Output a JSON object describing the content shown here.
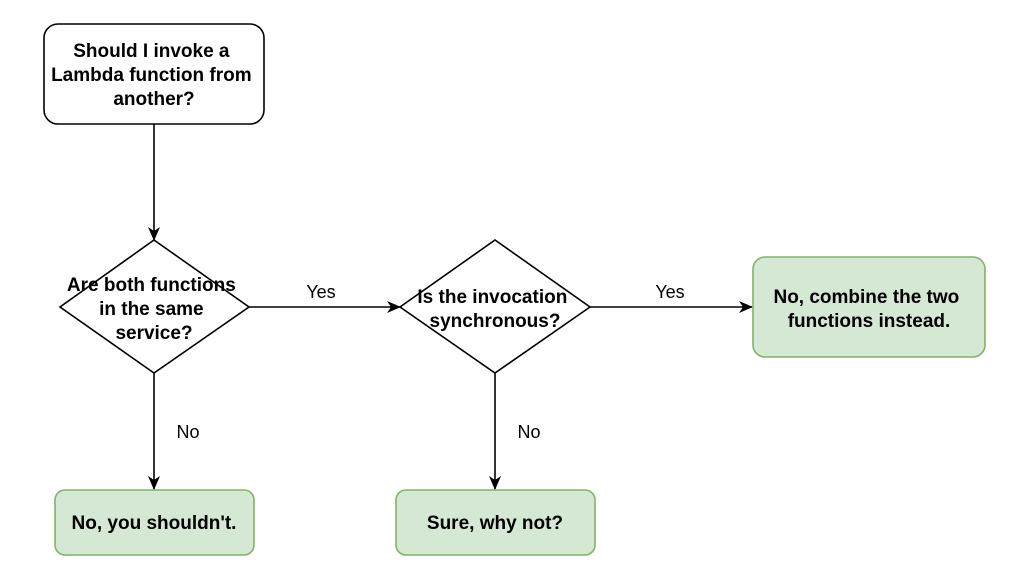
{
  "colors": {
    "start_fill": "#ffffff",
    "start_stroke": "#000000",
    "decision_fill": "#ffffff",
    "decision_stroke": "#000000",
    "outcome_fill": "#d5e8d4",
    "outcome_stroke": "#82b366",
    "edge": "#000000"
  },
  "nodes": {
    "start": {
      "lines": [
        "Should I invoke a",
        "Lambda function from",
        "another?"
      ]
    },
    "same_service": {
      "lines": [
        "Are both functions",
        "in the same",
        "service?"
      ]
    },
    "synchronous": {
      "lines": [
        "Is the invocation",
        "synchronous?"
      ]
    },
    "combine": {
      "lines": [
        "No, combine the two",
        "functions instead."
      ]
    },
    "shouldnt": {
      "lines": [
        "No, you shouldn't."
      ]
    },
    "sure": {
      "lines": [
        "Sure, why not?"
      ]
    }
  },
  "edges": {
    "same_to_sync": "Yes",
    "same_to_shouldnt": "No",
    "sync_to_combine": "Yes",
    "sync_to_sure": "No"
  }
}
